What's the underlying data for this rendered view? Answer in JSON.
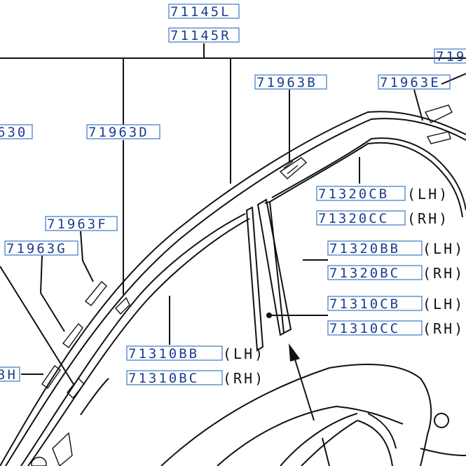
{
  "labels": [
    {
      "id": "l71145l",
      "text": "71145L"
    },
    {
      "id": "l71145r",
      "text": "71145R"
    },
    {
      "id": "l719top",
      "text": "719"
    },
    {
      "id": "l71963b",
      "text": "71963B"
    },
    {
      "id": "l71963e",
      "text": "71963E"
    },
    {
      "id": "l630",
      "text": "630"
    },
    {
      "id": "l71963d",
      "text": "71963D"
    },
    {
      "id": "l71963f",
      "text": "71963F"
    },
    {
      "id": "l71963g",
      "text": "71963G"
    },
    {
      "id": "l3h",
      "text": "3H"
    },
    {
      "id": "l71320cb",
      "text": "71320CB"
    },
    {
      "id": "l71320cc",
      "text": "71320CC"
    },
    {
      "id": "l71320bb",
      "text": "71320BB"
    },
    {
      "id": "l71320bc",
      "text": "71320BC"
    },
    {
      "id": "l71310cb",
      "text": "71310CB"
    },
    {
      "id": "l71310cc",
      "text": "71310CC"
    },
    {
      "id": "l71310bb",
      "text": "71310BB"
    },
    {
      "id": "l71310bc",
      "text": "71310BC"
    }
  ],
  "suffixes": {
    "lh": "(LH)",
    "rh": "(RH)"
  }
}
